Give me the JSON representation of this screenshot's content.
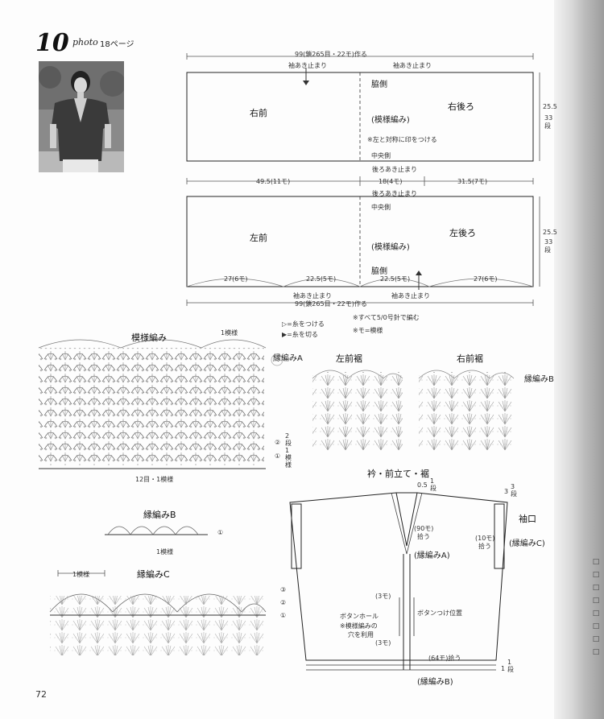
{
  "header": {
    "number": "10",
    "photo_label": "photo",
    "photo_page_ref": "18ページ"
  },
  "top_diagram": {
    "total_width": "99(鎖265目・22モ)作る",
    "sleeve_stop_left": "袖あき止まり",
    "sleeve_stop_right": "袖あき止まり",
    "right_front": "右前",
    "right_back": "右後ろ",
    "side_label": "脇側",
    "pattern": "(模様編み)",
    "symmetry_note": "※左と対称に印をつける",
    "center_side": "中央側",
    "back_stop": "後ろあき止まり",
    "height_cm": "25.5",
    "height_rows": "33段"
  },
  "middle_dims": {
    "left": "49.5(11モ)",
    "center": "18(4モ)",
    "right": "31.5(7モ)"
  },
  "bottom_diagram": {
    "back_stop": "後ろあき止まり",
    "center_side": "中央側",
    "left_front": "左前",
    "left_back": "左後ろ",
    "pattern": "(模様編み)",
    "side_label": "脇側",
    "seg1": "27(6モ)",
    "seg2": "22.5(5モ)",
    "seg3": "22.5(5モ)",
    "seg4": "27(6モ)",
    "sleeve_stop_left": "袖あき止まり",
    "sleeve_stop_right": "袖あき止まり",
    "total_width": "99(鎖265目・22モ)作る",
    "height_cm": "25.5",
    "height_rows": "33段"
  },
  "notes": [
    "※すべて5/0号針で編む",
    "※モ=模様",
    "▷=糸をつける",
    "▶=糸を切る"
  ],
  "pattern_chart": {
    "title": "模様編み",
    "repeat": "1模様",
    "row_2": "②",
    "row_1": "①",
    "row_repeat": "2段1模様",
    "base": "12目・1模様",
    "edging_a": "縁編みA"
  },
  "front_hem": {
    "left": "左前裾",
    "right": "右前裾",
    "edging_b": "縁編みB"
  },
  "edging_b_chart": {
    "title": "縁編みB",
    "repeat": "1模様",
    "row_1": "①"
  },
  "edging_c_chart": {
    "title": "縁編みC",
    "repeat": "1模様",
    "row_3": "③",
    "row_2": "②",
    "row_1": "①"
  },
  "assembly": {
    "title": "衿・前立て・裾",
    "top_rows": "0.5",
    "top_rows_unit": "1段",
    "band_pickup": "(90モ)",
    "band_pickup_2": "拾う",
    "edging_a": "(縁編みA)",
    "three_mo_1": "(3モ)",
    "buttonhole": "ボタンホール",
    "buttonhole_note_1": "※模様編みの",
    "buttonhole_note_2": "穴を利用",
    "button_pos": "ボタンつけ位置",
    "three_mo_2": "(3モ)",
    "hem_pickup": "(64モ)拾う",
    "edging_b": "(縁編みB)",
    "hem_rows": "1",
    "hem_rows_unit": "1段",
    "cuff_rows": "3",
    "cuff_rows_unit": "3段",
    "cuff_title": "袖口",
    "cuff_pickup": "(10モ)",
    "cuff_pickup_2": "拾う",
    "cuff_edging": "(縁編みC)"
  },
  "folio": "72"
}
